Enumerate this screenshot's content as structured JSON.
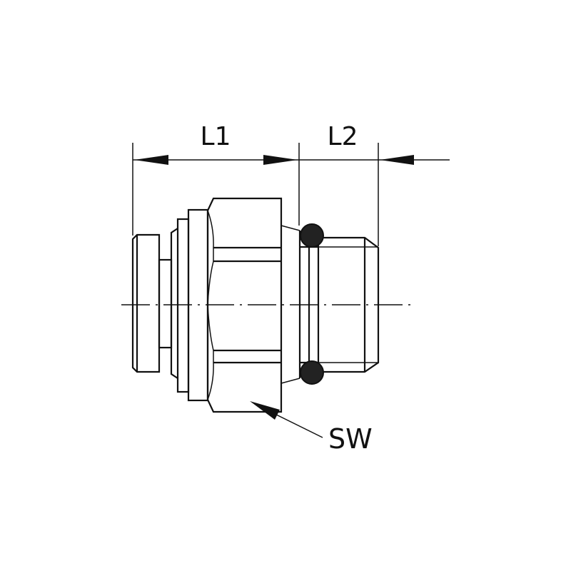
{
  "drawing": {
    "dimensions": {
      "l1": "L1",
      "l2": "L2"
    },
    "wrench_size_label": "SW",
    "colors": {
      "line": "#111111",
      "background": "#ffffff"
    }
  }
}
